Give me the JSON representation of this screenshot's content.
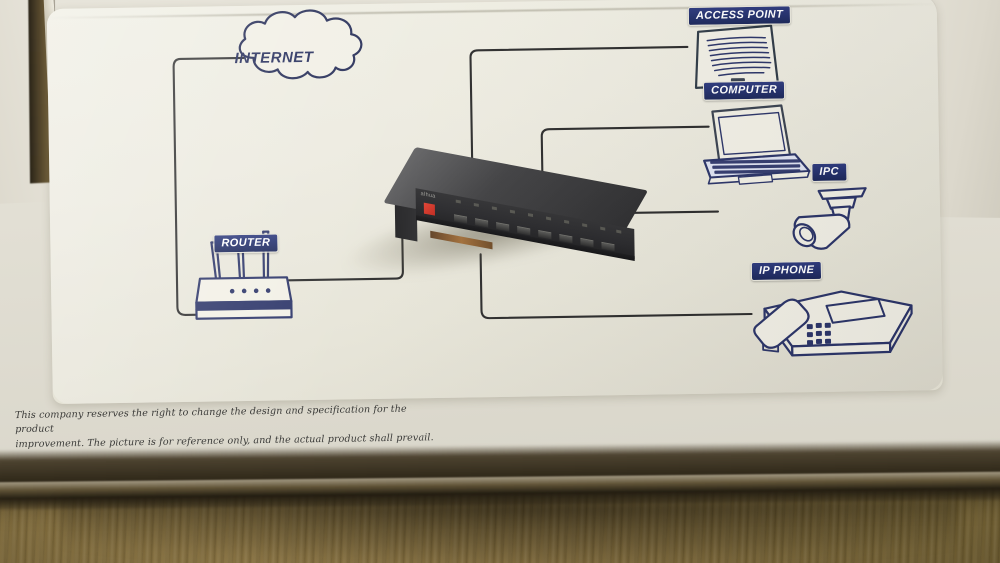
{
  "scene": {
    "description": "Photo of a white network-topology diagram printed on a cardboard product box lying on a wooden floor",
    "surface": "wood floor",
    "box_material": "cardboard"
  },
  "diagram": {
    "title_node": {
      "label": "INTERNET",
      "shape": "cloud"
    },
    "center_device": {
      "name": "network-switch",
      "brand": "alhua",
      "port_count": 8,
      "led_count": 10
    },
    "nodes": [
      {
        "id": "internet",
        "label": "INTERNET",
        "icon": "cloud-icon",
        "style": "cloud"
      },
      {
        "id": "router",
        "label": "ROUTER",
        "icon": "router-icon",
        "style": "badge"
      },
      {
        "id": "access-point",
        "label": "ACCESS POINT",
        "icon": "access-point-icon",
        "style": "badge"
      },
      {
        "id": "computer",
        "label": "COMPUTER",
        "icon": "laptop-icon",
        "style": "badge"
      },
      {
        "id": "ipc",
        "label": "IPC",
        "icon": "ip-camera-icon",
        "style": "badge"
      },
      {
        "id": "ip-phone",
        "label": "IP PHONE",
        "icon": "desk-phone-icon",
        "style": "badge"
      }
    ],
    "links": [
      {
        "from": "internet",
        "to": "router"
      },
      {
        "from": "router",
        "to": "switch"
      },
      {
        "from": "switch",
        "to": "access-point"
      },
      {
        "from": "switch",
        "to": "computer"
      },
      {
        "from": "switch",
        "to": "ipc"
      },
      {
        "from": "switch",
        "to": "ip-phone"
      }
    ],
    "colors": {
      "badge_fill": "#23306d",
      "badge_text": "#ffffff",
      "line": "#2a2a2a",
      "icon_stroke": "#2b3468",
      "panel_bg": "#eceadf",
      "logo_red": "#c1271c"
    }
  },
  "disclaimer": {
    "line1": "This company reserves the right to change the design and specification for the product",
    "line2": "improvement. The picture is for reference only, and the actual product shall prevail."
  }
}
